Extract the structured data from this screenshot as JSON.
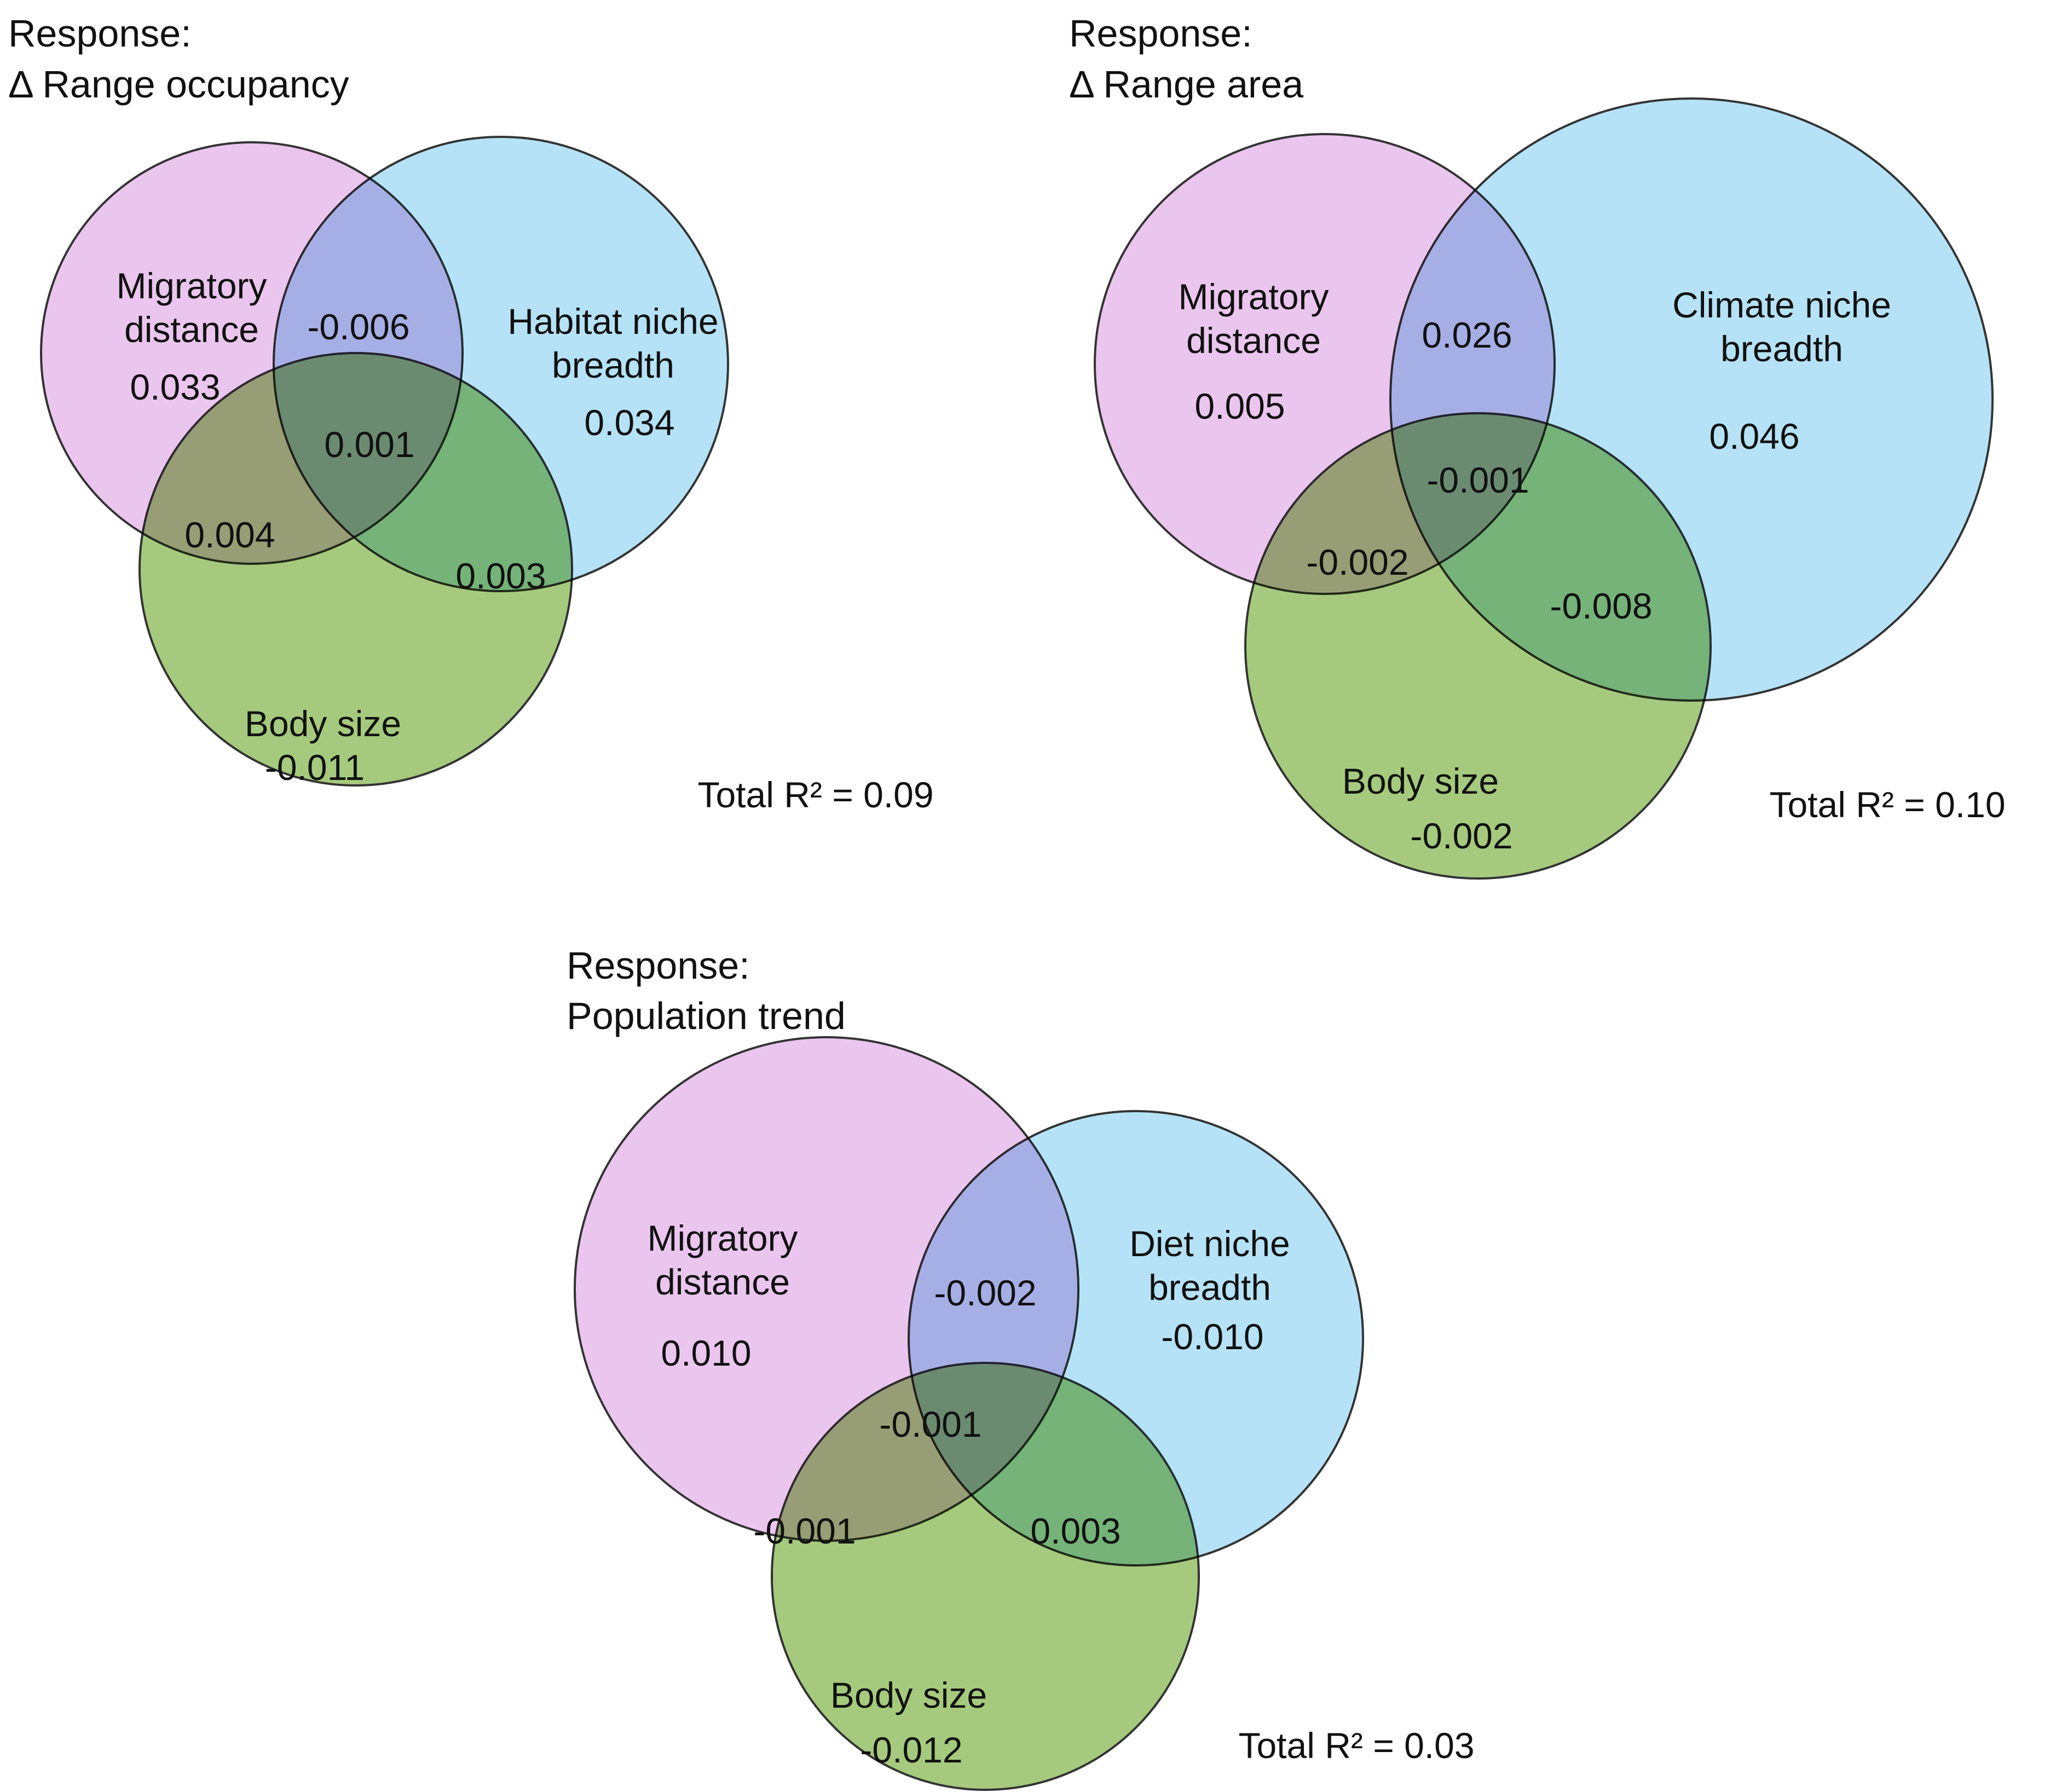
{
  "figure": {
    "description": "Three-circle Venn diagrams partitioning variance (R2) of three response variables among predictors",
    "colors": {
      "migratory_circle": "#eac6ee",
      "niche_circle": "#b5e2f6",
      "body_size_circle": "#a5ca7d",
      "outline": "#333333",
      "text": "#111111",
      "background": "#ffffff"
    },
    "diagrams": [
      {
        "title_lines": [
          "Response:",
          "Δ Range occupancy"
        ],
        "migratory": {
          "label_lines": [
            "Migratory",
            "distance"
          ],
          "value": "0.033"
        },
        "niche": {
          "label_lines": [
            "Habitat niche",
            "breadth"
          ],
          "value": "0.034"
        },
        "body": {
          "label": "Body size",
          "value": "-0.011"
        },
        "overlap_migratory_niche": "-0.006",
        "overlap_migratory_body": "0.004",
        "overlap_niche_body": "0.003",
        "overlap_all": "0.001",
        "total": "Total R² = 0.09"
      },
      {
        "title_lines": [
          "Response:",
          "Δ Range area"
        ],
        "migratory": {
          "label_lines": [
            "Migratory",
            "distance"
          ],
          "value": "0.005"
        },
        "niche": {
          "label_lines": [
            "Climate niche",
            "breadth"
          ],
          "value": "0.046"
        },
        "body": {
          "label": "Body size",
          "value": "-0.002"
        },
        "overlap_migratory_niche": "0.026",
        "overlap_migratory_body": "-0.002",
        "overlap_niche_body": "-0.008",
        "overlap_all": "-0.001",
        "total": "Total R² = 0.10"
      },
      {
        "title_lines": [
          "Response:",
          "Population trend"
        ],
        "migratory": {
          "label_lines": [
            "Migratory",
            "distance"
          ],
          "value": "0.010"
        },
        "niche": {
          "label_lines": [
            "Diet niche",
            "breadth"
          ],
          "value": "-0.010"
        },
        "body": {
          "label": "Body size",
          "value": "-0.012"
        },
        "overlap_migratory_niche": "-0.002",
        "overlap_migratory_body": "-0.001",
        "overlap_niche_body": "0.003",
        "overlap_all": "-0.001",
        "total": "Total R² = 0.03"
      }
    ]
  }
}
